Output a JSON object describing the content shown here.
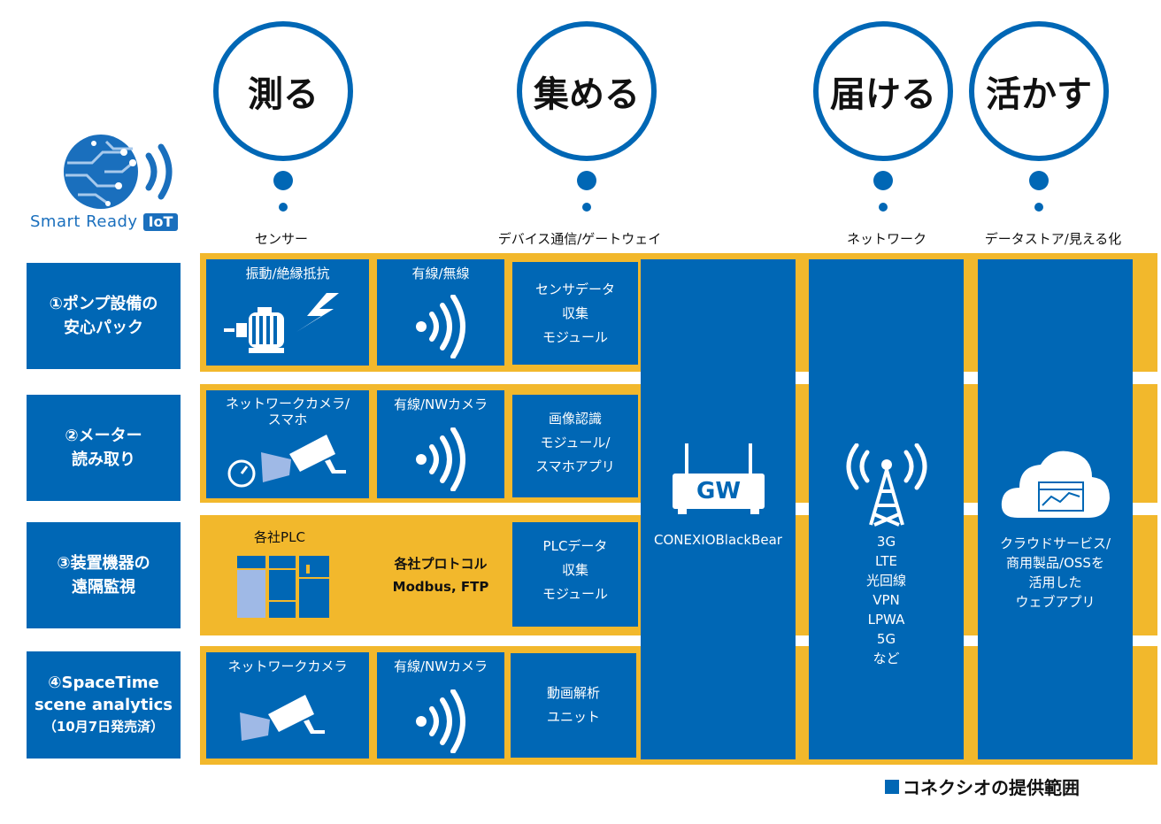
{
  "logo": {
    "text_a": "Smart Ready",
    "text_b": "IoT"
  },
  "stages": [
    {
      "circle": "測る",
      "label": "センサー"
    },
    {
      "circle": "集める",
      "label": "デバイス通信/ゲートウェイ"
    },
    {
      "circle": "届ける",
      "label": "ネットワーク"
    },
    {
      "circle": "活かす",
      "label": "データストア/見える化"
    }
  ],
  "rows": [
    {
      "label_lines": [
        "①ポンプ設備の",
        "安心パック"
      ],
      "sensor_lines": [
        "振動/絶縁抵抗"
      ],
      "comm_lines": [
        "有線/無線"
      ],
      "module_lines": [
        "センサデータ",
        "収集",
        "モジュール"
      ]
    },
    {
      "label_lines": [
        "②メーター",
        "読み取り"
      ],
      "sensor_lines": [
        "ネットワークカメラ/",
        "スマホ"
      ],
      "comm_lines": [
        "有線/NWカメラ"
      ],
      "module_lines": [
        "画像認識",
        "モジュール/",
        "スマホアプリ"
      ]
    },
    {
      "label_lines": [
        "③装置機器の",
        "遠隔監視"
      ],
      "sensor_lines": [
        "各社PLC"
      ],
      "comm_lines": [
        "各社プロトコル",
        "Modbus, FTP"
      ],
      "module_lines": [
        "PLCデータ",
        "収集",
        "モジュール"
      ]
    },
    {
      "label_lines": [
        "④SpaceTime",
        "scene analytics",
        "（10月7日発売済）"
      ],
      "sensor_lines": [
        "ネットワークカメラ"
      ],
      "comm_lines": [
        "有線/NWカメラ"
      ],
      "module_lines": [
        "動画解析",
        "ユニット"
      ]
    }
  ],
  "gateway": {
    "badge": "GW",
    "name": "CONEXIOBlackBear"
  },
  "network": {
    "lines": [
      "3G",
      "LTE",
      "光回線",
      "VPN",
      "LPWA",
      "5G",
      "など"
    ]
  },
  "cloud": {
    "lines": [
      "クラウドサービス/",
      "商用製品/OSSを",
      "活用した",
      "ウェブアプリ"
    ]
  },
  "legend": {
    "label": "コネクシオの提供範囲"
  },
  "colors": {
    "brand_blue": "#0067b5",
    "accent_gold": "#f2b82c",
    "pale_blue": "#9fb9e6"
  }
}
